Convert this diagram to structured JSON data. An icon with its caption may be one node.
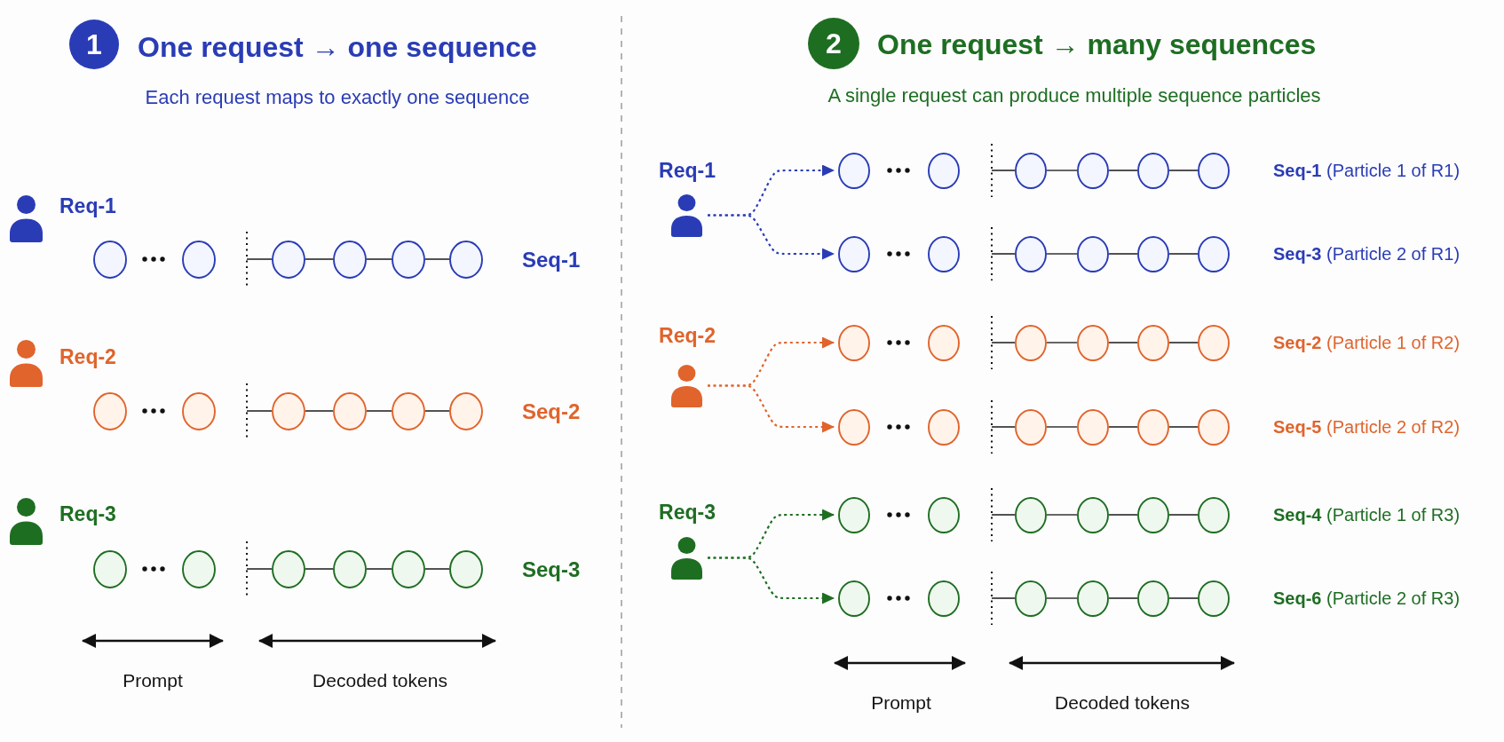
{
  "diagram": {
    "nodes": [
      {
        "text": [
          "1"
        ]
      },
      {
        "text": [],
        "shape": "person",
        "beside": [
          "Req-1"
        ]
      },
      {
        "text": [],
        "shape": "circle"
      },
      {
        "text": [],
        "shape": "circle"
      },
      {
        "text": [],
        "shape": "circle"
      },
      {
        "text": [],
        "shape": "circle"
      },
      {
        "text": [],
        "shape": "circle"
      },
      {
        "text": [],
        "shape": "circle"
      },
      {
        "text": [],
        "shape": "person",
        "beside": [
          "Req-2"
        ]
      },
      {
        "text": [],
        "shape": "circle"
      },
      {
        "text": [],
        "shape": "circle"
      },
      {
        "text": [],
        "shape": "circle"
      },
      {
        "text": [],
        "shape": "circle"
      },
      {
        "text": [],
        "shape": "circle"
      },
      {
        "text": [],
        "shape": "circle"
      },
      {
        "text": [],
        "shape": "person",
        "beside": [
          "Req-3"
        ]
      },
      {
        "text": [],
        "shape": "circle"
      },
      {
        "text": [],
        "shape": "circle"
      },
      {
        "text": [],
        "shape": "circle"
      },
      {
        "text": [],
        "shape": "circle"
      },
      {
        "text": [],
        "shape": "circle"
      },
      {
        "text": [],
        "shape": "circle"
      },
      {
        "text": [
          "2"
        ]
      },
      {
        "text": [],
        "shape": "person",
        "beside": [
          "Req-1"
        ]
      },
      {
        "text": [],
        "shape": "circle"
      },
      {
        "text": [],
        "shape": "circle"
      },
      {
        "text": [],
        "shape": "circle"
      },
      {
        "text": [],
        "shape": "circle"
      },
      {
        "text": [],
        "shape": "circle"
      },
      {
        "text": [],
        "shape": "circle"
      },
      {
        "text": [],
        "shape": "circle"
      },
      {
        "text": [],
        "shape": "circle"
      },
      {
        "text": [],
        "shape": "circle"
      },
      {
        "text": [],
        "shape": "circle"
      },
      {
        "text": [],
        "shape": "circle"
      },
      {
        "text": [],
        "shape": "circle"
      },
      {
        "text": [],
        "shape": "person",
        "beside": [
          "Req-2"
        ]
      },
      {
        "text": [],
        "shape": "circle"
      },
      {
        "text": [],
        "shape": "circle"
      },
      {
        "text": [],
        "shape": "circle"
      },
      {
        "text": [],
        "shape": "circle"
      },
      {
        "text": [],
        "shape": "circle"
      },
      {
        "text": [],
        "shape": "circle"
      },
      {
        "text": [],
        "shape": "circle"
      },
      {
        "text": [],
        "shape": "circle"
      },
      {
        "text": [],
        "shape": "circle"
      },
      {
        "text": [],
        "shape": "circle"
      },
      {
        "text": [],
        "shape": "circle"
      },
      {
        "text": [],
        "shape": "circle"
      },
      {
        "text": [],
        "shape": "person",
        "beside": [
          "Req-3"
        ]
      },
      {
        "text": [],
        "shape": "circle"
      },
      {
        "text": [],
        "shape": "circle"
      },
      {
        "text": [],
        "shape": "circle"
      },
      {
        "text": [],
        "shape": "circle"
      },
      {
        "text": [],
        "shape": "circle"
      },
      {
        "text": [],
        "shape": "circle"
      },
      {
        "text": [],
        "shape": "circle"
      },
      {
        "text": [],
        "shape": "circle"
      },
      {
        "text": [],
        "shape": "circle"
      },
      {
        "text": [],
        "shape": "circle"
      },
      {
        "text": [],
        "shape": "circle"
      },
      {
        "text": [],
        "shape": "circle"
      }
    ],
    "edges": [
      {
        "from": null,
        "to": 4,
        "arrow": "none"
      },
      {
        "from": 4,
        "to": 5,
        "arrow": "none"
      },
      {
        "from": 5,
        "to": 6,
        "arrow": "none"
      },
      {
        "from": 6,
        "to": 7,
        "arrow": "none"
      },
      {
        "from": null,
        "to": 11,
        "arrow": "none"
      },
      {
        "from": 11,
        "to": 12,
        "arrow": "none"
      },
      {
        "from": 12,
        "to": 13,
        "arrow": "none"
      },
      {
        "from": 13,
        "to": 14,
        "arrow": "none"
      },
      {
        "from": null,
        "to": 18,
        "arrow": "none"
      },
      {
        "from": 18,
        "to": 19,
        "arrow": "none"
      },
      {
        "from": 19,
        "to": 20,
        "arrow": "none"
      },
      {
        "from": 20,
        "to": 21,
        "arrow": "none"
      },
      {
        "from": 23,
        "to": 24,
        "arrow": "to",
        "style": "dashed",
        "color": "#2a3cb5"
      },
      {
        "from": 23,
        "to": 30,
        "arrow": "to",
        "style": "dashed",
        "color": "#2a3cb5"
      },
      {
        "from": null,
        "to": 26,
        "arrow": "none"
      },
      {
        "from": 26,
        "to": 27,
        "arrow": "none"
      },
      {
        "from": 27,
        "to": 28,
        "arrow": "none"
      },
      {
        "from": 28,
        "to": 29,
        "arrow": "none"
      },
      {
        "from": null,
        "to": 32,
        "arrow": "none"
      },
      {
        "from": 32,
        "to": 33,
        "arrow": "none"
      },
      {
        "from": 33,
        "to": 34,
        "arrow": "none"
      },
      {
        "from": 34,
        "to": 35,
        "arrow": "none"
      },
      {
        "from": 36,
        "to": 37,
        "arrow": "to",
        "style": "dashed",
        "color": "#e0642c"
      },
      {
        "from": 36,
        "to": 43,
        "arrow": "to",
        "style": "dashed",
        "color": "#e0642c"
      },
      {
        "from": null,
        "to": 39,
        "arrow": "none"
      },
      {
        "from": 39,
        "to": 40,
        "arrow": "none"
      },
      {
        "from": 40,
        "to": 41,
        "arrow": "none"
      },
      {
        "from": 41,
        "to": 42,
        "arrow": "none"
      },
      {
        "from": null,
        "to": 45,
        "arrow": "none"
      },
      {
        "from": 45,
        "to": 46,
        "arrow": "none"
      },
      {
        "from": 46,
        "to": 47,
        "arrow": "none"
      },
      {
        "from": 47,
        "to": 48,
        "arrow": "none"
      },
      {
        "from": 49,
        "to": 50,
        "arrow": "to",
        "style": "dashed",
        "color": "#1e6e22"
      },
      {
        "from": 49,
        "to": 56,
        "arrow": "to",
        "style": "dashed",
        "color": "#1e6e22"
      },
      {
        "from": null,
        "to": 52,
        "arrow": "none"
      },
      {
        "from": 52,
        "to": 53,
        "arrow": "none"
      },
      {
        "from": 53,
        "to": 54,
        "arrow": "none"
      },
      {
        "from": 54,
        "to": 55,
        "arrow": "none"
      },
      {
        "from": null,
        "to": 58,
        "arrow": "none"
      },
      {
        "from": 58,
        "to": 59,
        "arrow": "none"
      },
      {
        "from": 59,
        "to": 60,
        "arrow": "none"
      },
      {
        "from": 60,
        "to": 61,
        "arrow": "none"
      }
    ],
    "labels": [
      "One request → one sequence",
      "Each request maps to exactly one sequence",
      "Seq-1",
      "Seq-2",
      "Seq-3",
      "Prompt",
      "Decoded tokens",
      "One request → many sequences",
      "A single request can produce multiple sequence particles",
      "**Seq-1** (Particle 1 of R1)",
      "**Seq-3** (Particle 2 of R1)",
      "**Seq-2** (Particle 1 of R2)",
      "**Seq-5** (Particle 2 of R2)",
      "**Seq-4** (Particle 1 of R3)",
      "**Seq-6** (Particle 2 of R3)",
      "Prompt",
      "Decoded tokens"
    ]
  }
}
